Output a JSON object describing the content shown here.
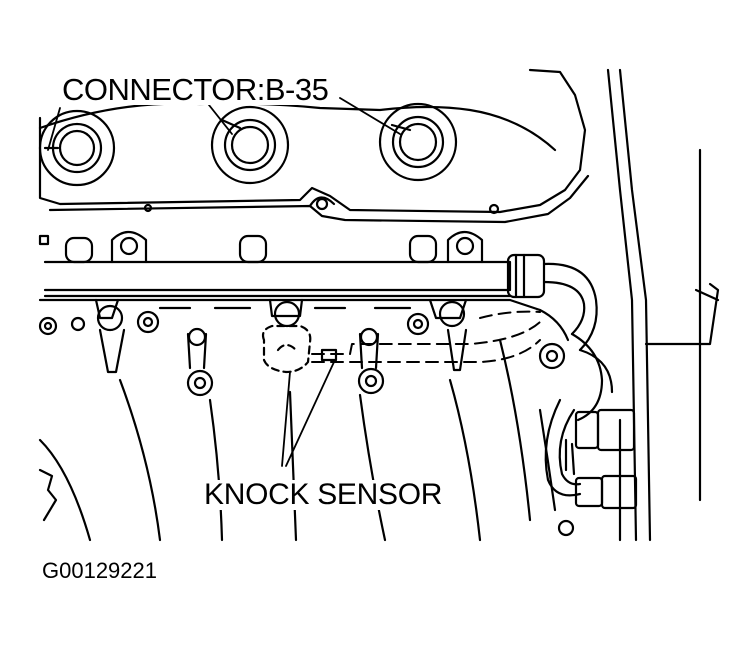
{
  "diagram": {
    "labels": {
      "connector": "CONNECTOR:B-35",
      "knock_sensor": "KNOCK SENSOR",
      "figure_id": "G00129221"
    },
    "colors": {
      "line": "#000000",
      "background": "#ffffff"
    }
  }
}
